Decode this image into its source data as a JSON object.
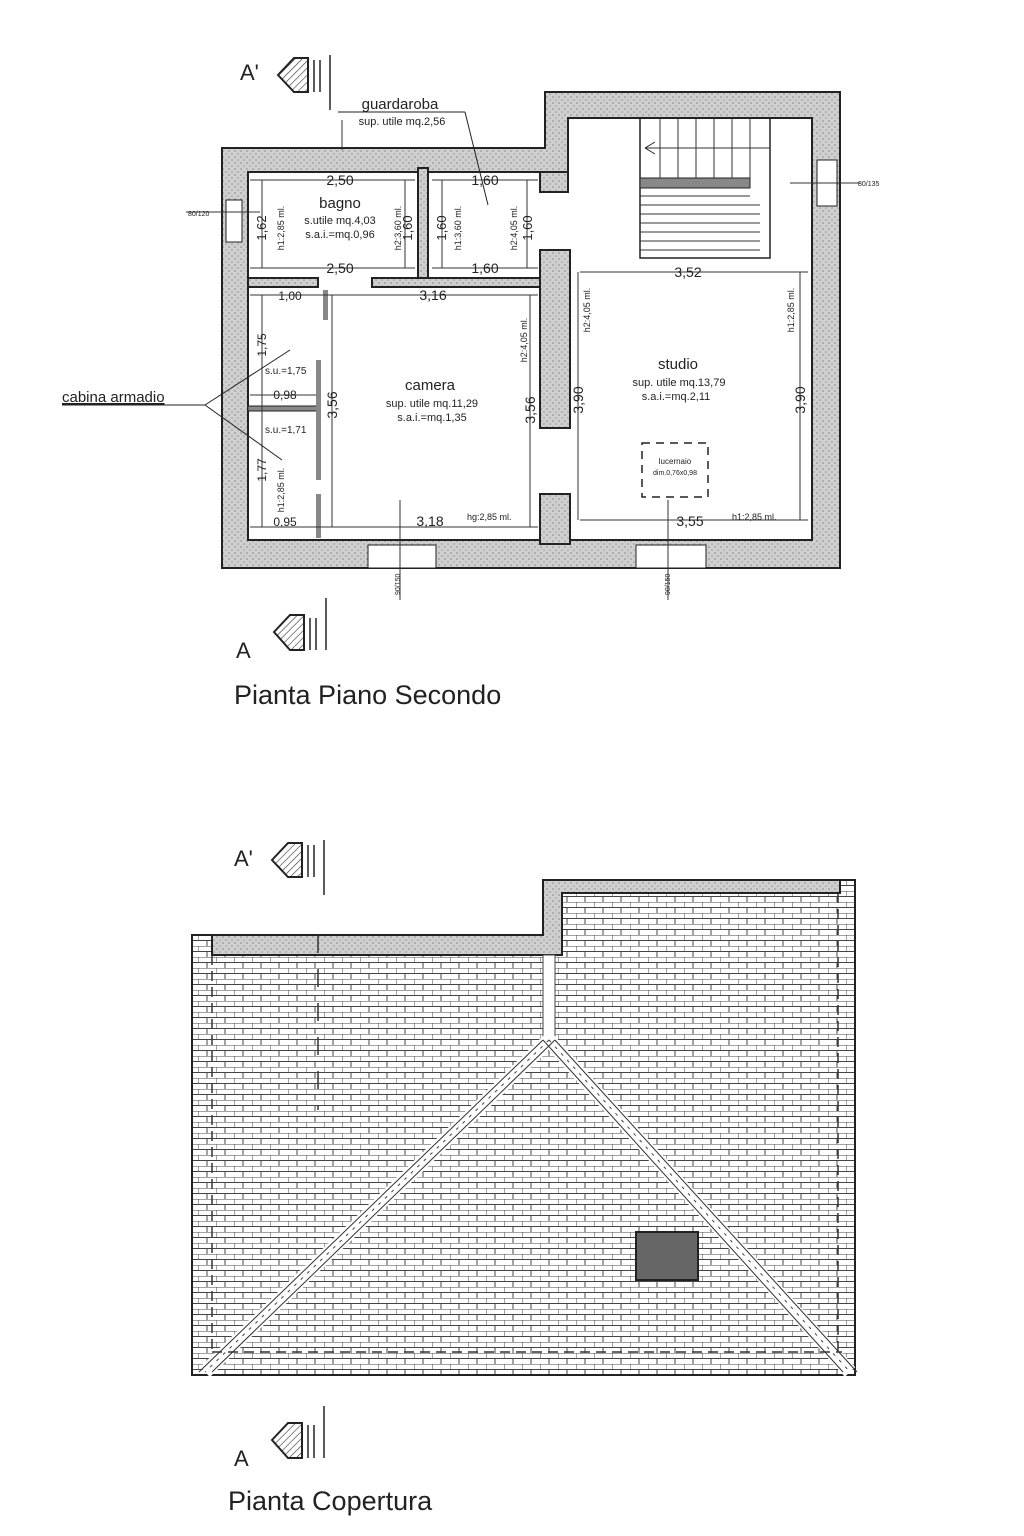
{
  "plan": {
    "title": "Pianta Piano Secondo",
    "section_top": "A'",
    "section_bottom": "A",
    "rooms": {
      "guardaroba": {
        "name": "guardaroba",
        "area": "sup. utile mq.2,56"
      },
      "bagno": {
        "name": "bagno",
        "area": "s.utile mq.4,03",
        "sai": "s.a.i.=mq.0,96"
      },
      "camera": {
        "name": "camera",
        "area": "sup. utile mq.11,29",
        "sai": "s.a.i.=mq.1,35"
      },
      "studio": {
        "name": "studio",
        "area": "sup. utile mq.13,79",
        "sai": "s.a.i.=mq.2,11"
      },
      "cabina": {
        "name": "cabina armadio",
        "su1": "s.u.=1,75",
        "su2": "s.u.=1,71"
      }
    },
    "skylight": {
      "name": "lucernaio",
      "dim": "dim.0,76x0,98"
    },
    "dims": {
      "d250a": "2,50",
      "d250b": "2,50",
      "d162": "1,62",
      "d160a": "1,60",
      "d160b": "1,60",
      "d160c": "1,60",
      "d160d": "1,60",
      "d160e": "1,60",
      "d100": "1,00",
      "d316": "3,16",
      "d175": "1,75",
      "d098": "0,98",
      "d356a": "3,56",
      "d356b": "3,56",
      "d177": "1,77",
      "d095": "0,95",
      "d318": "3,18",
      "d352": "3,52",
      "d390a": "3,90",
      "d390b": "3,90",
      "d355": "3,55"
    },
    "heights": {
      "h1_285_bagno": "h1:2,85 ml.",
      "h2_360": "h2:3,60 ml.",
      "h1_360": "h1:3,60 ml.",
      "h2_405_g": "h2:4,05 ml.",
      "h2_405_c": "h2:4,05 ml.",
      "h1_285_cab": "h1:2,85 ml.",
      "hg_285": "hg:2,85 ml.",
      "h2_405_s": "h2:4,05 ml.",
      "h1_285_s": "h1:2,85 ml.",
      "h1_285_sb": "h1:2,85 ml."
    },
    "windows": {
      "w_left": "80/120",
      "w_right": "80/135",
      "w_bottom1": "90/150",
      "w_bottom2": "90/150"
    }
  },
  "roof": {
    "title": "Pianta Copertura",
    "section_top": "A'",
    "section_bottom": "A"
  }
}
